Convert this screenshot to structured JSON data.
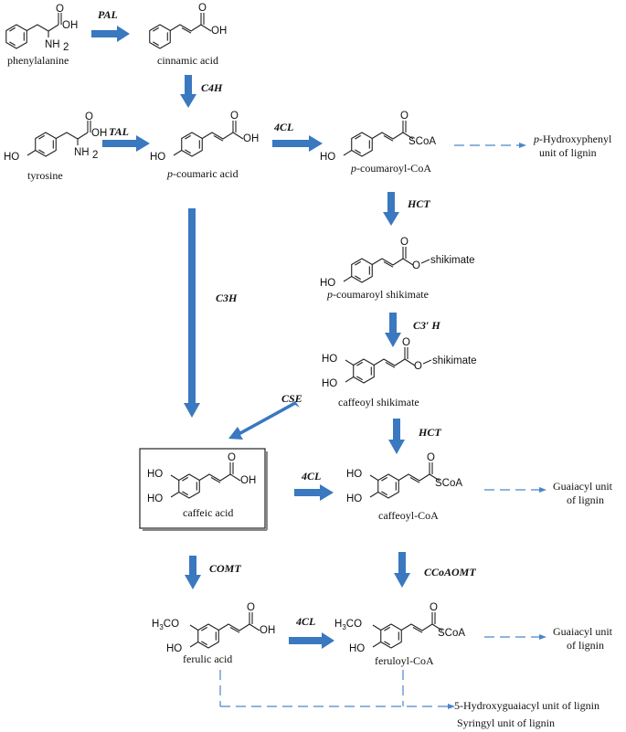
{
  "enzymes": {
    "pal": "PAL",
    "c4h": "C4H",
    "tal": "TAL",
    "fourcl_1": "4CL",
    "hct_1": "HCT",
    "c3h": "C3H",
    "c3ph": "C3′ H",
    "cse": "CSE",
    "hct_2": "HCT",
    "fourcl_2": "4CL",
    "comt": "COMT",
    "ccoaomt": "CCoAOMT",
    "fourcl_3": "4CL"
  },
  "compounds": {
    "phenylalanine": "phenylalanine",
    "cinnamic": "cinnamic acid",
    "tyrosine": "tyrosine",
    "pcoumaric_p": "p",
    "pcoumaric": "-coumaric acid",
    "pcoumaroylcoa_p": "p",
    "pcoumaroylcoa": "-coumaroyl-CoA",
    "pcoumaroylshik_p": "p",
    "pcoumaroylshik": "-coumaroyl shikimate",
    "caffeoylshik": "caffeoyl shikimate",
    "caffeic": "caffeic acid",
    "caffeoylcoa": "caffeoyl-CoA",
    "ferulic": "ferulic acid",
    "feruloylcoa": "feruloyl-CoA"
  },
  "atoms": {
    "oh": "OH",
    "ho": "HO",
    "o": "O",
    "nh": "NH",
    "sub2": "2",
    "scoa": "SCoA",
    "shikimate": "shikimate",
    "h": "H",
    "co": "CO",
    "sub3": "3"
  },
  "lignin": {
    "hydroxyphenyl_p": "p",
    "hydroxyphenyl_1": "-Hydroxyphenyl",
    "hydroxyphenyl_2": "unit of lignin",
    "guaiacyl_1a": "Guaiacyl unit",
    "guaiacyl_1b": "of lignin",
    "guaiacyl_2a": "Guaiacyl unit",
    "guaiacyl_2b": "of lignin",
    "hydroxyguaiacyl": "5-Hydroxyguaiacyl unit of lignin",
    "syringyl": "Syringyl unit of lignin"
  },
  "colors": {
    "arrow": "#3a78c0",
    "dashed": "#4a86c8",
    "box": "#222222"
  }
}
